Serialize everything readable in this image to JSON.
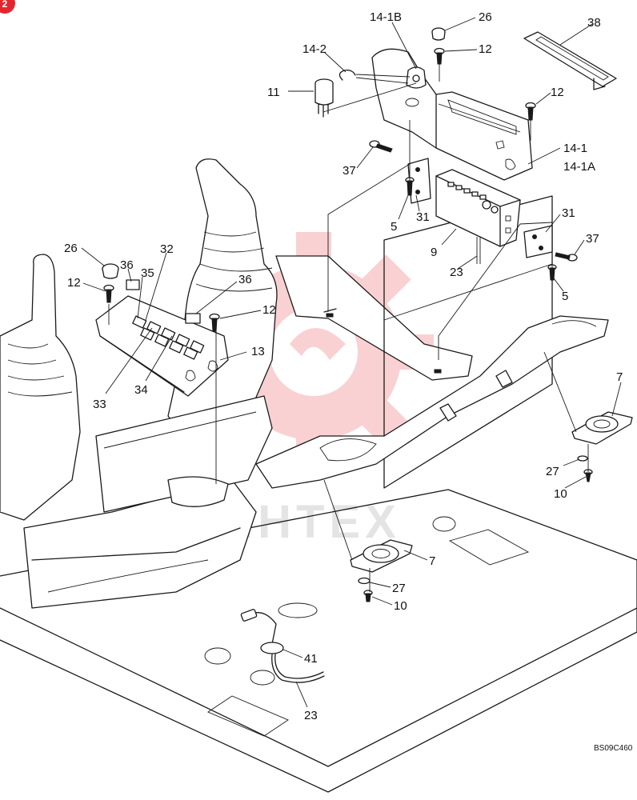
{
  "diagram": {
    "reference_code": "BS09C460",
    "watermark_text": "IHTEX",
    "corner_badge": "2",
    "colors": {
      "line": "#1a1a1a",
      "watermark": "#e8343a",
      "badge": "#e3262e"
    },
    "callouts": [
      "14-1B",
      "26",
      "38",
      "14-2",
      "12",
      "11",
      "12",
      "14-1",
      "14-1A",
      "37",
      "31",
      "5",
      "9",
      "31",
      "37",
      "23",
      "5",
      "26",
      "32",
      "36",
      "35",
      "12",
      "36",
      "12",
      "13",
      "33",
      "34",
      "7",
      "27",
      "10",
      "7",
      "27",
      "10",
      "41",
      "23"
    ]
  }
}
